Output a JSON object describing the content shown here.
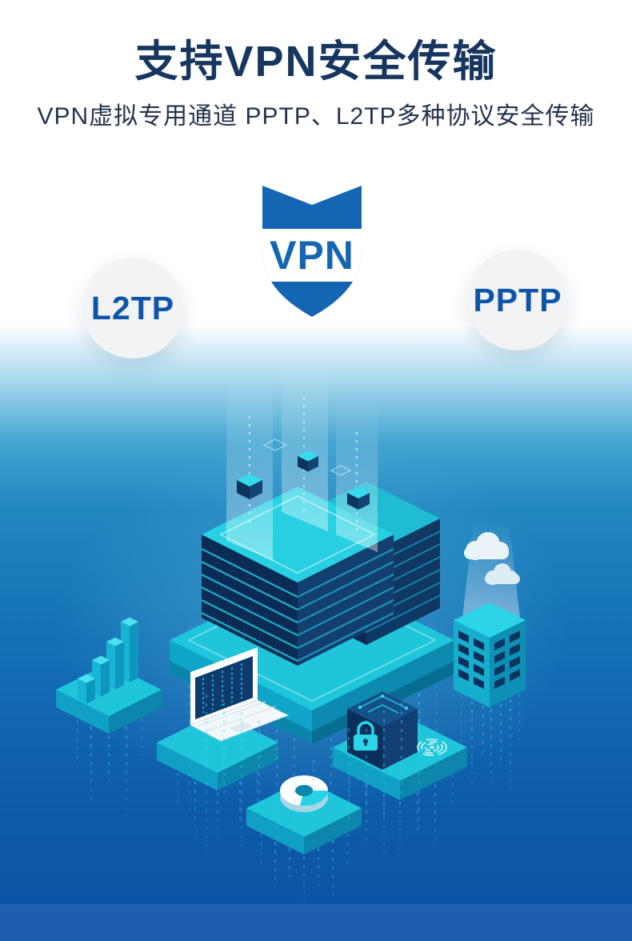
{
  "header": {
    "title": "支持VPN安全传输",
    "subtitle": "VPN虚拟专用通道 PPTP、L2TP多种协议安全传输"
  },
  "hero": {
    "shield_label": "VPN",
    "left_badge": "L2TP",
    "right_badge": "PPTP"
  },
  "theme": {
    "title_color": "#17365f",
    "subtitle_color": "#24334d",
    "shield_blue": "#1566b2",
    "badge_bg": "#f2f3f5",
    "badge_text": "#0e55a9",
    "bg_blue_mid": "#1470b5",
    "bg_blue_deep": "#0d4fa2",
    "teal": "#1fc6db",
    "teal_bright": "#3adcec",
    "navy": "#0b2d55",
    "white": "#ffffff"
  },
  "illustration": {
    "label": "isometric-datacenter",
    "icons": [
      "vpn-shield-icon",
      "l2tp-badge",
      "pptp-badge",
      "server-stack-front",
      "server-stack-rear",
      "light-beams",
      "floating-cubes",
      "cloud-upload-tower",
      "cloud-icon",
      "bar-chart-3d-icon",
      "laptop-icon",
      "lock-icon",
      "fingerprint-icon",
      "circuit-icon",
      "donut-chart-icon",
      "matrix-rain"
    ]
  }
}
